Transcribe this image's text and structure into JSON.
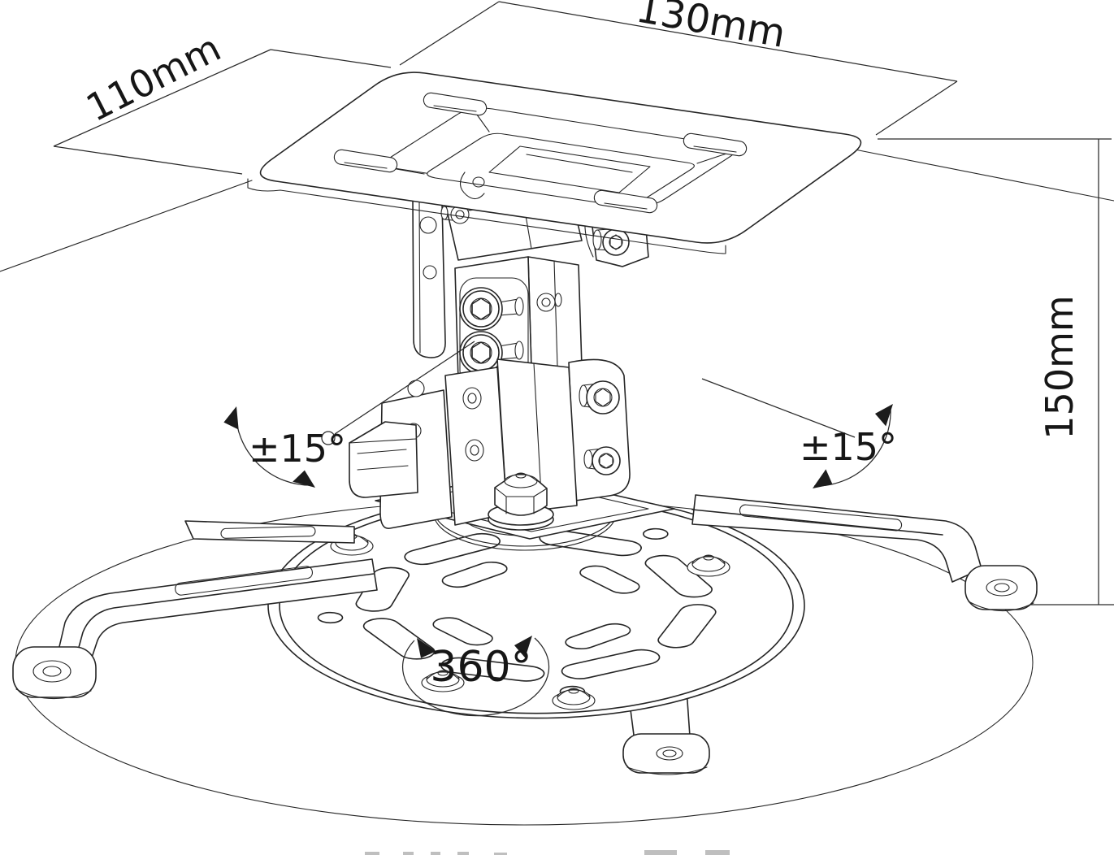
{
  "page": {
    "background": "#ffffff",
    "line_color": "#252525"
  },
  "drawing_subject": "projector-ceiling-mount-isometric-drawing",
  "annotations": {
    "dim_depth": "110mm",
    "dim_width": "130mm",
    "dim_height": "150mm",
    "tilt_left": "±15°",
    "tilt_right": "±15°",
    "swivel": "360°"
  }
}
